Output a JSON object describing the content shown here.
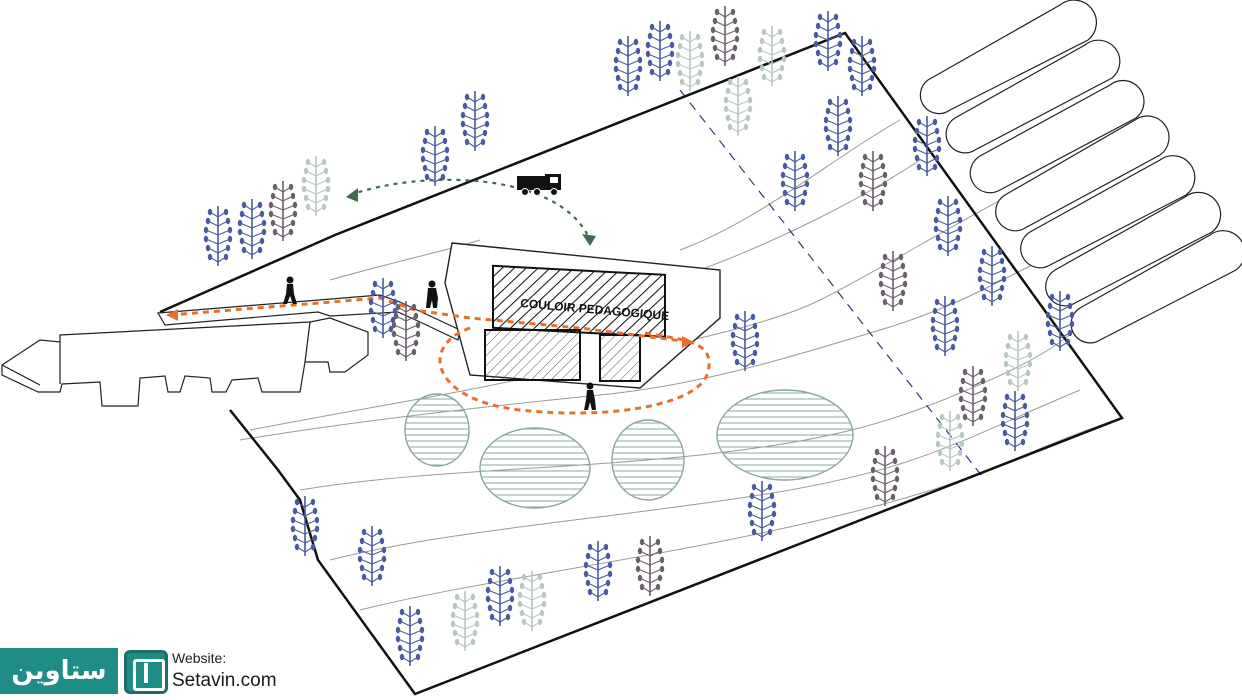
{
  "building_label": "COULOIR PEDAGOGIQUE",
  "watermark": {
    "brand": "ستاوین",
    "website_label": "Website:",
    "website_url": "Setavin.com"
  },
  "colors": {
    "outline": "#111111",
    "contour": "#9a9a9a",
    "path_orange": "#e8702a",
    "path_green": "#3f6b50",
    "tree_blue": "#4a5aa0",
    "tree_grey": "#6b5f6b",
    "tree_pale": "#b8c8c0",
    "pond_fill": "#d3e3dd",
    "brand_teal": "#1f8c86"
  },
  "icons": [
    "truck-icon",
    "pedestrian-icon",
    "tree-icon"
  ]
}
